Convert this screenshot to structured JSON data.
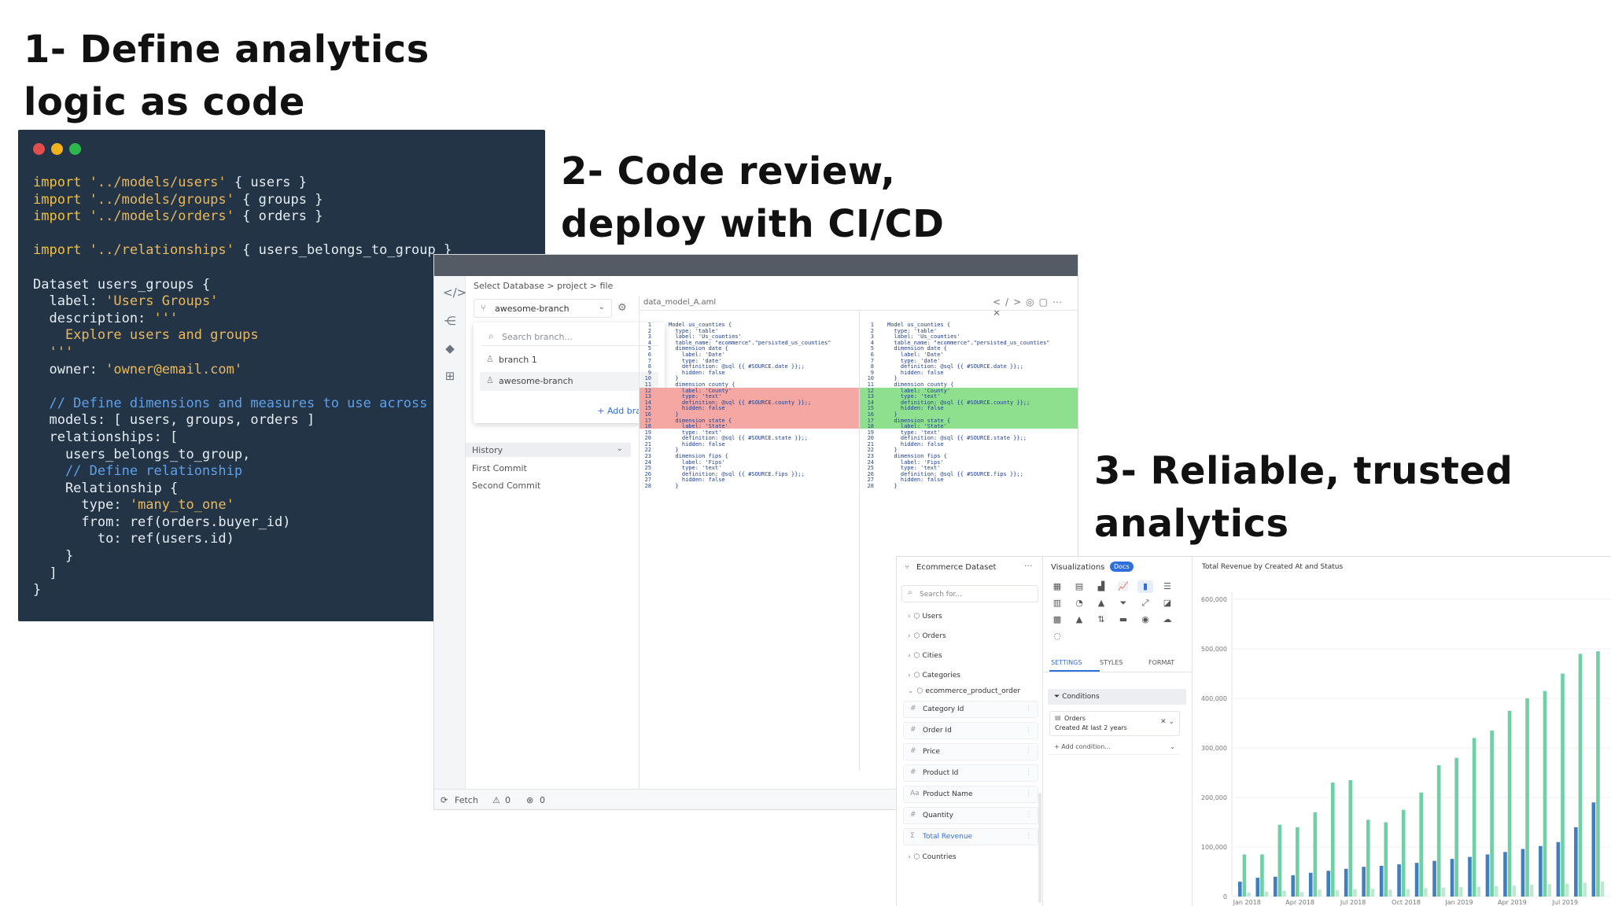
{
  "headings": {
    "step1_line1": "1- Define analytics",
    "step1_line2": "logic as code",
    "step2_line1": "2- Code review,",
    "step2_line2": "deploy with CI/CD",
    "step3_line1": "3- Reliable, trusted",
    "step3_line2": "analytics"
  },
  "code_editor": {
    "window_controls": [
      {
        "name": "close",
        "color": "#e24d4d"
      },
      {
        "name": "minimize",
        "color": "#f2b21b"
      },
      {
        "name": "maximize",
        "color": "#2db84d"
      }
    ],
    "lines": [
      [
        {
          "t": "import ",
          "c": "kw"
        },
        {
          "t": "'../models/users'",
          "c": "str"
        },
        {
          "t": " { users }",
          "c": "plain"
        }
      ],
      [
        {
          "t": "import ",
          "c": "kw"
        },
        {
          "t": "'../models/groups'",
          "c": "str"
        },
        {
          "t": " { groups }",
          "c": "plain"
        }
      ],
      [
        {
          "t": "import ",
          "c": "kw"
        },
        {
          "t": "'../models/orders'",
          "c": "str"
        },
        {
          "t": " { orders }",
          "c": "plain"
        }
      ],
      [],
      [
        {
          "t": "import ",
          "c": "kw"
        },
        {
          "t": "'../relationships'",
          "c": "str"
        },
        {
          "t": " { users_belongs_to_group }",
          "c": "plain"
        }
      ],
      [],
      [
        {
          "t": "Dataset users_groups {",
          "c": "plain"
        }
      ],
      [
        {
          "t": "  label: ",
          "c": "plain"
        },
        {
          "t": "'Users Groups'",
          "c": "str"
        }
      ],
      [
        {
          "t": "  description: ",
          "c": "plain"
        },
        {
          "t": "'''",
          "c": "str"
        }
      ],
      [
        {
          "t": "    Explore users and groups",
          "c": "str"
        }
      ],
      [
        {
          "t": "  '''",
          "c": "str"
        }
      ],
      [
        {
          "t": "  owner: ",
          "c": "plain"
        },
        {
          "t": "'owner@email.com'",
          "c": "str"
        }
      ],
      [],
      [
        {
          "t": "  // Define dimensions and measures to use across y",
          "c": "cm"
        }
      ],
      [
        {
          "t": "  models: [ users, groups, orders ]",
          "c": "plain"
        }
      ],
      [
        {
          "t": "  relationships: [",
          "c": "plain"
        }
      ],
      [
        {
          "t": "    users_belongs_to_group,",
          "c": "plain"
        }
      ],
      [
        {
          "t": "    // Define relationship",
          "c": "cm"
        }
      ],
      [
        {
          "t": "    Relationship {",
          "c": "plain"
        }
      ],
      [
        {
          "t": "      type: ",
          "c": "plain"
        },
        {
          "t": "'many_to_one'",
          "c": "str"
        }
      ],
      [
        {
          "t": "      from: ref(orders.buyer_id)",
          "c": "plain"
        }
      ],
      [
        {
          "t": "        to: ref(users.id)",
          "c": "plain"
        }
      ],
      [
        {
          "t": "    }",
          "c": "plain"
        }
      ],
      [
        {
          "t": "  ]",
          "c": "plain"
        }
      ],
      [
        {
          "t": "}",
          "c": "plain"
        }
      ]
    ]
  },
  "ide": {
    "breadcrumb": "Select Database  >  project  >  file",
    "branch_selected": "awesome-branch",
    "branch_search_placeholder": "Search branch...",
    "branches": [
      "branch 1",
      "awesome-branch"
    ],
    "add_branch": "+ Add branch",
    "history_label": "History",
    "commits": [
      "First Commit",
      "Second Commit"
    ],
    "file_tab": "data_model_A.aml",
    "diff_left": "Model us_counties {\n  type: 'table'\n  label: 'Us_counties'\n  table_name: \"ecommerce\".\"persisted_us_counties\"\n  dimension date {\n    label: 'Date'\n    type: 'date'\n    definition: @sql {{ #SOURCE.date }};;\n    hidden: false\n  }\n  dimension county {\n    label: 'County'\n    type: 'text'\n    definition: @sql {{ #SOURCE.county }};;\n    hidden: false\n  }\n  dimension state {\n    label: 'State'\n    type: 'text'\n    definition: @sql {{ #SOURCE.state }};;\n    hidden: false\n  }\n  dimension fips {\n    label: 'Fips'\n    type: 'text'\n    definition: @sql {{ #SOURCE.fips }};;\n    hidden: false\n  }",
    "diff_right": "Model us_counties {\n  type: 'table'\n  label: 'Us_counties'\n  table_name: \"ecommerce\".\"persisted_us_counties\"\n  dimension date {\n    label: 'Date'\n    type: 'date'\n    definition: @sql {{ #SOURCE.date }};;\n    hidden: false\n  }\n  dimension county {\n    label: 'County'\n    type: 'text'\n    definition: @sql {{ #SOURCE.county }};;\n    hidden: false\n  }\n  dimension state {\n    label: 'State'\n    type: 'text'\n    definition: @sql {{ #SOURCE.state }};;\n    hidden: false\n  }\n  dimension fips {\n    label: 'Fips'\n    type: 'text'\n    definition: @sql {{ #SOURCE.fips }};;\n    hidden: false\n  }",
    "line_numbers_left": "1\n2\n3\n4\n5\n6\n7\n8\n9\n10\n11\n12\n13\n14\n15\n16\n17\n18\n19\n20\n21\n22\n23\n24\n25\n26\n27\n28",
    "line_numbers_right": "1\n2\n3\n4\n5\n6\n7\n8\n9\n10\n11\n12\n13\n14\n15\n16\n17\n18\n19\n20\n21\n22\n23\n24\n25\n26\n27\n28",
    "status": {
      "fetch": "Fetch",
      "warnings": "0",
      "errors": "0"
    }
  },
  "bi": {
    "dataset_title": "Ecommerce Dataset",
    "dataset_menu": "···",
    "search_placeholder": "Search for...",
    "models": [
      "Users",
      "Orders",
      "Cities",
      "Categories"
    ],
    "expanded_model": "ecommerce_product_order",
    "fields": [
      {
        "icon": "#",
        "label": "Category Id"
      },
      {
        "icon": "#",
        "label": "Order Id"
      },
      {
        "icon": "#",
        "label": "Price"
      },
      {
        "icon": "#",
        "label": "Product Id"
      },
      {
        "icon": "Aa",
        "label": "Product Name"
      },
      {
        "icon": "#",
        "label": "Quantity"
      },
      {
        "icon": "Σ",
        "label": "Total Revenue"
      }
    ],
    "after_model": "Countries",
    "viz_title": "Visualizations",
    "docs_badge": "Docs",
    "tabs": [
      "SETTINGS",
      "STYLES",
      "FORMAT"
    ],
    "conditions_label": "Conditions",
    "condition_model": "Orders",
    "condition_text": "Created At last 2 years",
    "add_condition": "+ Add condition..."
  },
  "chart_data": {
    "type": "bar",
    "title": "Total Revenue by Created At and Status",
    "xlabel": "",
    "ylabel": "",
    "ylim": [
      0,
      600000
    ],
    "y_ticks": [
      "0",
      "100,000",
      "200,000",
      "300,000",
      "400,000",
      "500,000",
      "600,000"
    ],
    "x_tick_labels": [
      "Jan 2018",
      "Apr 2018",
      "Jul 2018",
      "Oct 2018",
      "Jan 2019",
      "Apr 2019",
      "Jul 2019"
    ],
    "categories": [
      "Jan 2018",
      "Feb 2018",
      "Mar 2018",
      "Apr 2018",
      "May 2018",
      "Jun 2018",
      "Jul 2018",
      "Aug 2018",
      "Sep 2018",
      "Oct 2018",
      "Nov 2018",
      "Dec 2018",
      "Jan 2019",
      "Feb 2019",
      "Mar 2019",
      "Apr 2019",
      "May 2019",
      "Jun 2019",
      "Jul 2019",
      "Aug 2019",
      "Sep 2019"
    ],
    "series": [
      {
        "values": [
          30000,
          38000,
          40000,
          43000,
          48000,
          52000,
          56000,
          60000,
          62000,
          65000,
          68000,
          72000,
          76000,
          80000,
          85000,
          90000,
          96000,
          102000,
          110000,
          140000,
          190000
        ],
        "color": "#3f7fc0"
      },
      {
        "values": [
          85000,
          85000,
          145000,
          140000,
          170000,
          230000,
          235000,
          155000,
          150000,
          175000,
          210000,
          265000,
          280000,
          320000,
          335000,
          375000,
          400000,
          415000,
          450000,
          490000,
          495000
        ],
        "color": "#6fcfa5"
      },
      {
        "values": [
          8000,
          10000,
          12000,
          9000,
          14000,
          13000,
          15000,
          16000,
          14000,
          15000,
          17000,
          18000,
          19000,
          20000,
          21000,
          22000,
          24000,
          25000,
          26000,
          28000,
          30000
        ],
        "color": "#bfe8d0"
      }
    ]
  }
}
